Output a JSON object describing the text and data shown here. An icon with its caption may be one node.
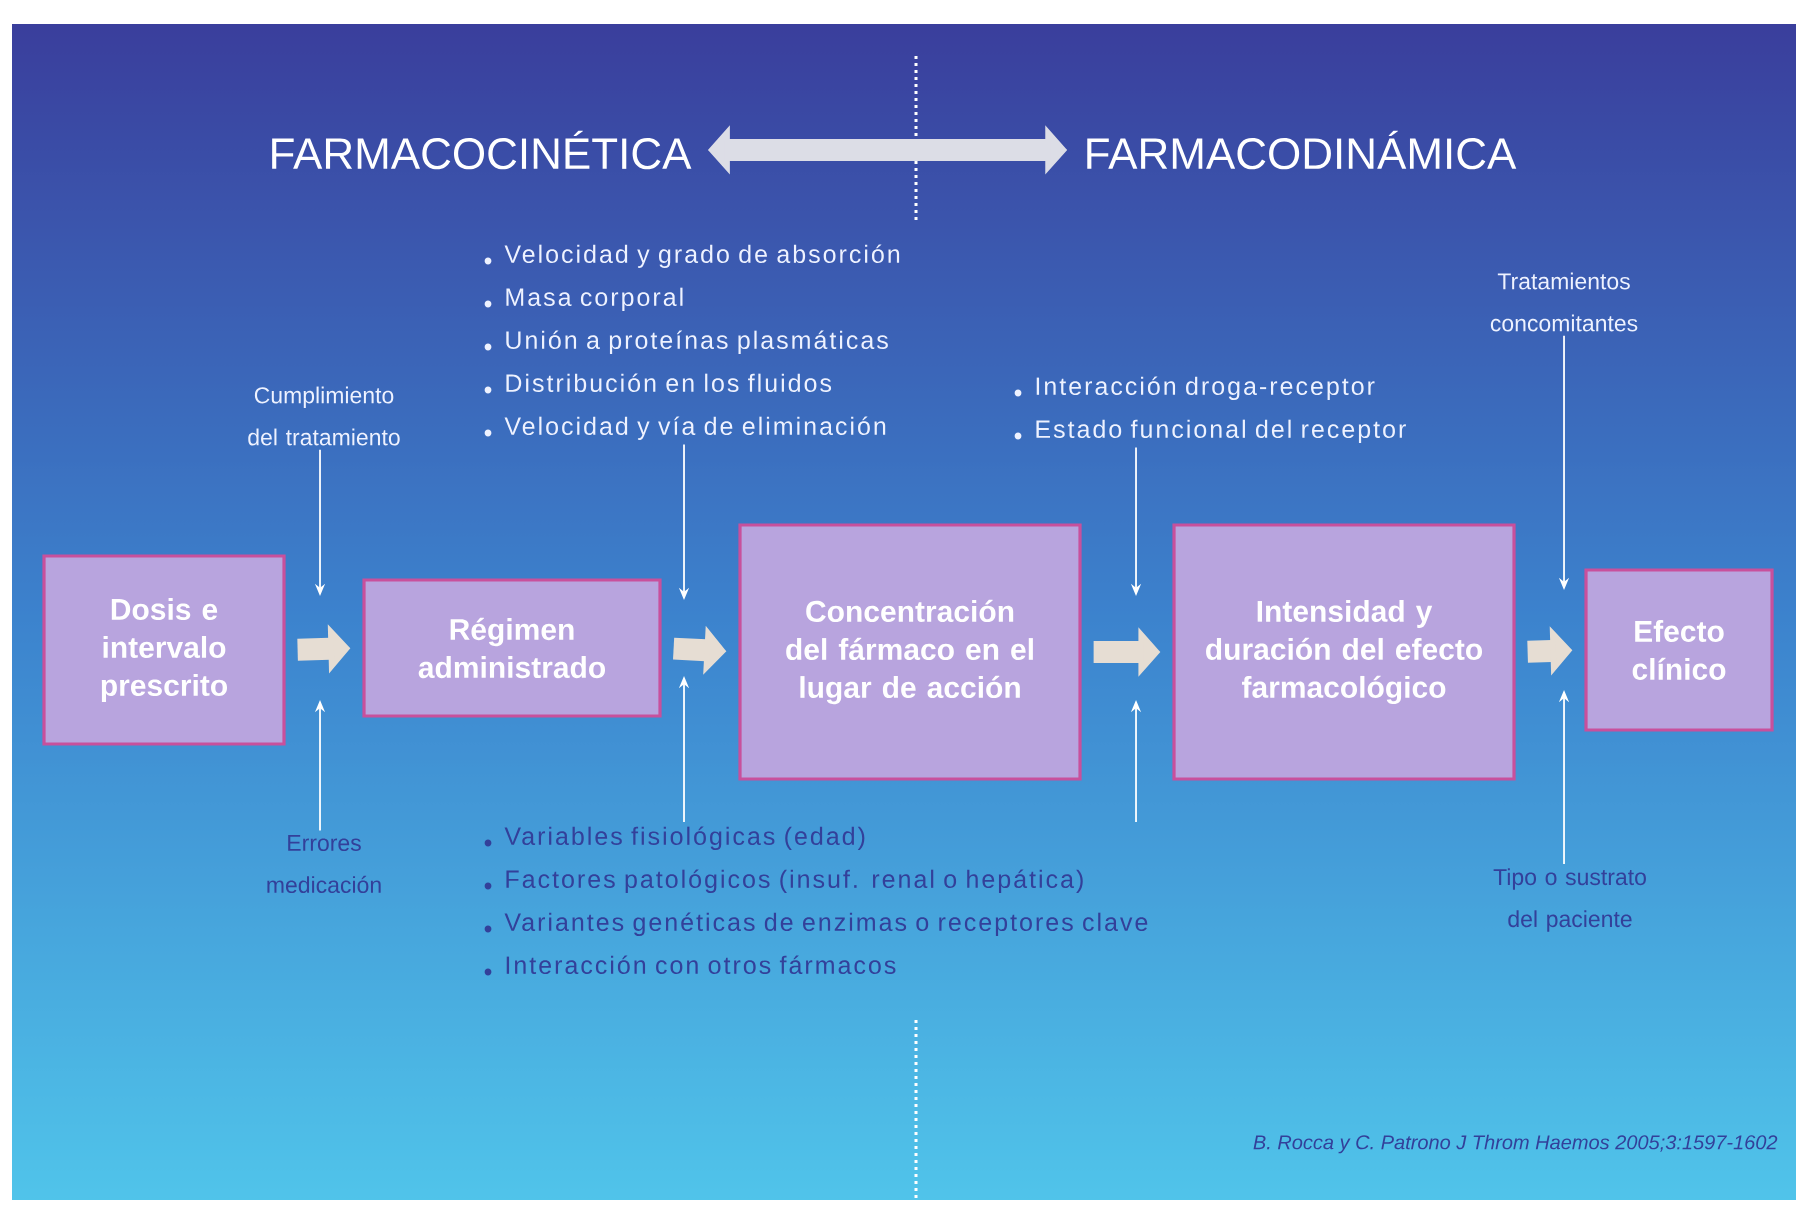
{
  "diagram": {
    "nodes": [
      {
        "text": [
          "Dosis e intervalo prescrito"
        ]
      },
      {
        "text": [
          "Régimen administrado"
        ]
      },
      {
        "text": [
          "Concentración del fármaco en el lugar de acción"
        ]
      },
      {
        "text": [
          "Intensidad y duración del efecto farmacológico"
        ]
      },
      {
        "text": [
          "Efecto clínico"
        ]
      },
      {
        "text": [
          "FARMACOCINÉTICA"
        ]
      },
      {
        "text": [
          "FARMACODINÁMICA"
        ]
      },
      {
        "text": [
          "Cumplimiento del tratamiento"
        ]
      },
      {
        "text": [
          "Velocidad y grado de absorción",
          "Masa corporal",
          "Unión a proteínas plasmáticas",
          "Distribución en los fluidos",
          "Velocidad y vía de eliminación"
        ]
      },
      {
        "text": [
          "Interacción droga-receptor",
          "Estado funcional del receptor"
        ]
      },
      {
        "text": [
          "Tratamientos concomitantes"
        ]
      },
      {
        "text": [
          "Errores medicación"
        ]
      },
      {
        "text": [
          "Variables fisiológicas (edad)",
          "Factores patológicos (insuf. renal o hepática)",
          "Variantes genéticas de enzimas o receptores clave",
          "Interacción con otros fármacos"
        ]
      },
      {
        "text": [
          "Tipo o sustrato del paciente"
        ]
      }
    ],
    "edges": [
      {
        "from": 0,
        "to": 1,
        "arrow": "to",
        "style": "thick",
        "color": "#e6ddd3"
      },
      {
        "from": 1,
        "to": 2,
        "arrow": "to",
        "style": "thick",
        "color": "#e6ddd3"
      },
      {
        "from": 2,
        "to": 3,
        "arrow": "to",
        "style": "thick",
        "color": "#e6ddd3"
      },
      {
        "from": 3,
        "to": 4,
        "arrow": "to",
        "style": "thick",
        "color": "#e6ddd3"
      },
      {
        "from": 5,
        "to": 6,
        "arrow": "both",
        "style": "thick",
        "color": "#dcdde6"
      },
      {
        "from": 7,
        "to": null,
        "arrow": "to"
      },
      {
        "from": 8,
        "to": 1,
        "arrow": "to"
      },
      {
        "from": 9,
        "to": null,
        "arrow": "to"
      },
      {
        "from": 10,
        "to": 4,
        "arrow": "to"
      },
      {
        "from": 11,
        "to": null,
        "arrow": "to"
      },
      {
        "from": 12,
        "to": 1,
        "arrow": "to"
      },
      {
        "from": 12,
        "to": null,
        "arrow": "to"
      },
      {
        "from": 13,
        "to": 4,
        "arrow": "to"
      }
    ],
    "labels": [
      "B. Rocca y C. Patrono J Throm Haemos 2005;3:1597-1602"
    ]
  }
}
